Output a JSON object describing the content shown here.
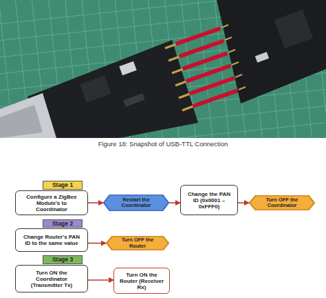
{
  "diagram": {
    "caption": "Figure 18: Snapshot of USB-TTL Connection",
    "nodes": [
      {
        "text": [
          "Stage 1"
        ]
      },
      {
        "text": [
          "Configure a ZigBee Module's to Coordinator"
        ]
      },
      {
        "text": [
          "Restart the Coordinator"
        ]
      },
      {
        "text": [
          "Change the PAN ID (0x0001 – 0xFFF0)"
        ]
      },
      {
        "text": [
          "Turn OFF the Coordinator"
        ]
      },
      {
        "text": [
          "Stage 2"
        ]
      },
      {
        "text": [
          "Change Router's PAN ID to the same value"
        ]
      },
      {
        "text": [
          "Turn OFF the Router"
        ]
      },
      {
        "text": [
          "Stage 3"
        ]
      },
      {
        "text": [
          "Turn ON the Coordinator (Transmitter Tx)"
        ]
      },
      {
        "text": [
          "Turn ON the Router (Receiver Rx)"
        ]
      }
    ],
    "edges": [
      {
        "from": 1,
        "to": 2,
        "arrow": "to"
      },
      {
        "from": 2,
        "to": 3,
        "arrow": "to"
      },
      {
        "from": 3,
        "to": 4,
        "arrow": "to"
      },
      {
        "from": 6,
        "to": 7,
        "arrow": "to"
      },
      {
        "from": 9,
        "to": 10,
        "arrow": "to"
      }
    ]
  }
}
